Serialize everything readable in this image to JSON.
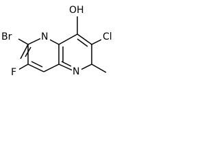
{
  "molecule": {
    "atoms": {
      "br": "Br",
      "f": "F",
      "n1": "N",
      "n2": "N",
      "oh": "OH",
      "cl": "Cl"
    },
    "colors": {
      "bond": "#000000",
      "text": "#000000",
      "background": "#ffffff"
    }
  }
}
